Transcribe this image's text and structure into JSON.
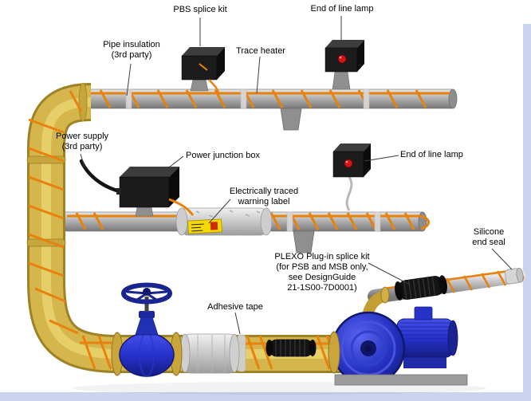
{
  "labels": {
    "pbs_splice_kit": "PBS splice kit",
    "end_of_line_lamp_top": "End of line lamp",
    "pipe_insulation": "Pipe insulation\n(3rd party)",
    "trace_heater": "Trace heater",
    "power_supply": "Power supply\n(3rd party)",
    "power_junction_box": "Power junction box",
    "end_of_line_lamp_mid": "End of line lamp",
    "electrically_traced_warning_label": "Electrically traced\nwarning label",
    "silicone_end_seal": "Silicone\nend seal",
    "plexo_splice_kit": "PLEXO Plug-in splice kit\n(for PSB and MSB only,\nsee DesignGuide\n21-1S00-7D0001)",
    "adhesive_tape": "Adhesive tape"
  },
  "colors": {
    "trace_heater_orange": "#e8820e",
    "insulation_yellow": "#d5b64c",
    "pipe_gray": "#b3b3b3",
    "equipment_blue": "#2430c8",
    "enclosure_black": "#1c1c1c",
    "indicator_red": "#d51515",
    "warning_yellow": "#f6d900",
    "flange_gold": "#c9a53b",
    "page_margin_blue": "#ccd3ee"
  }
}
